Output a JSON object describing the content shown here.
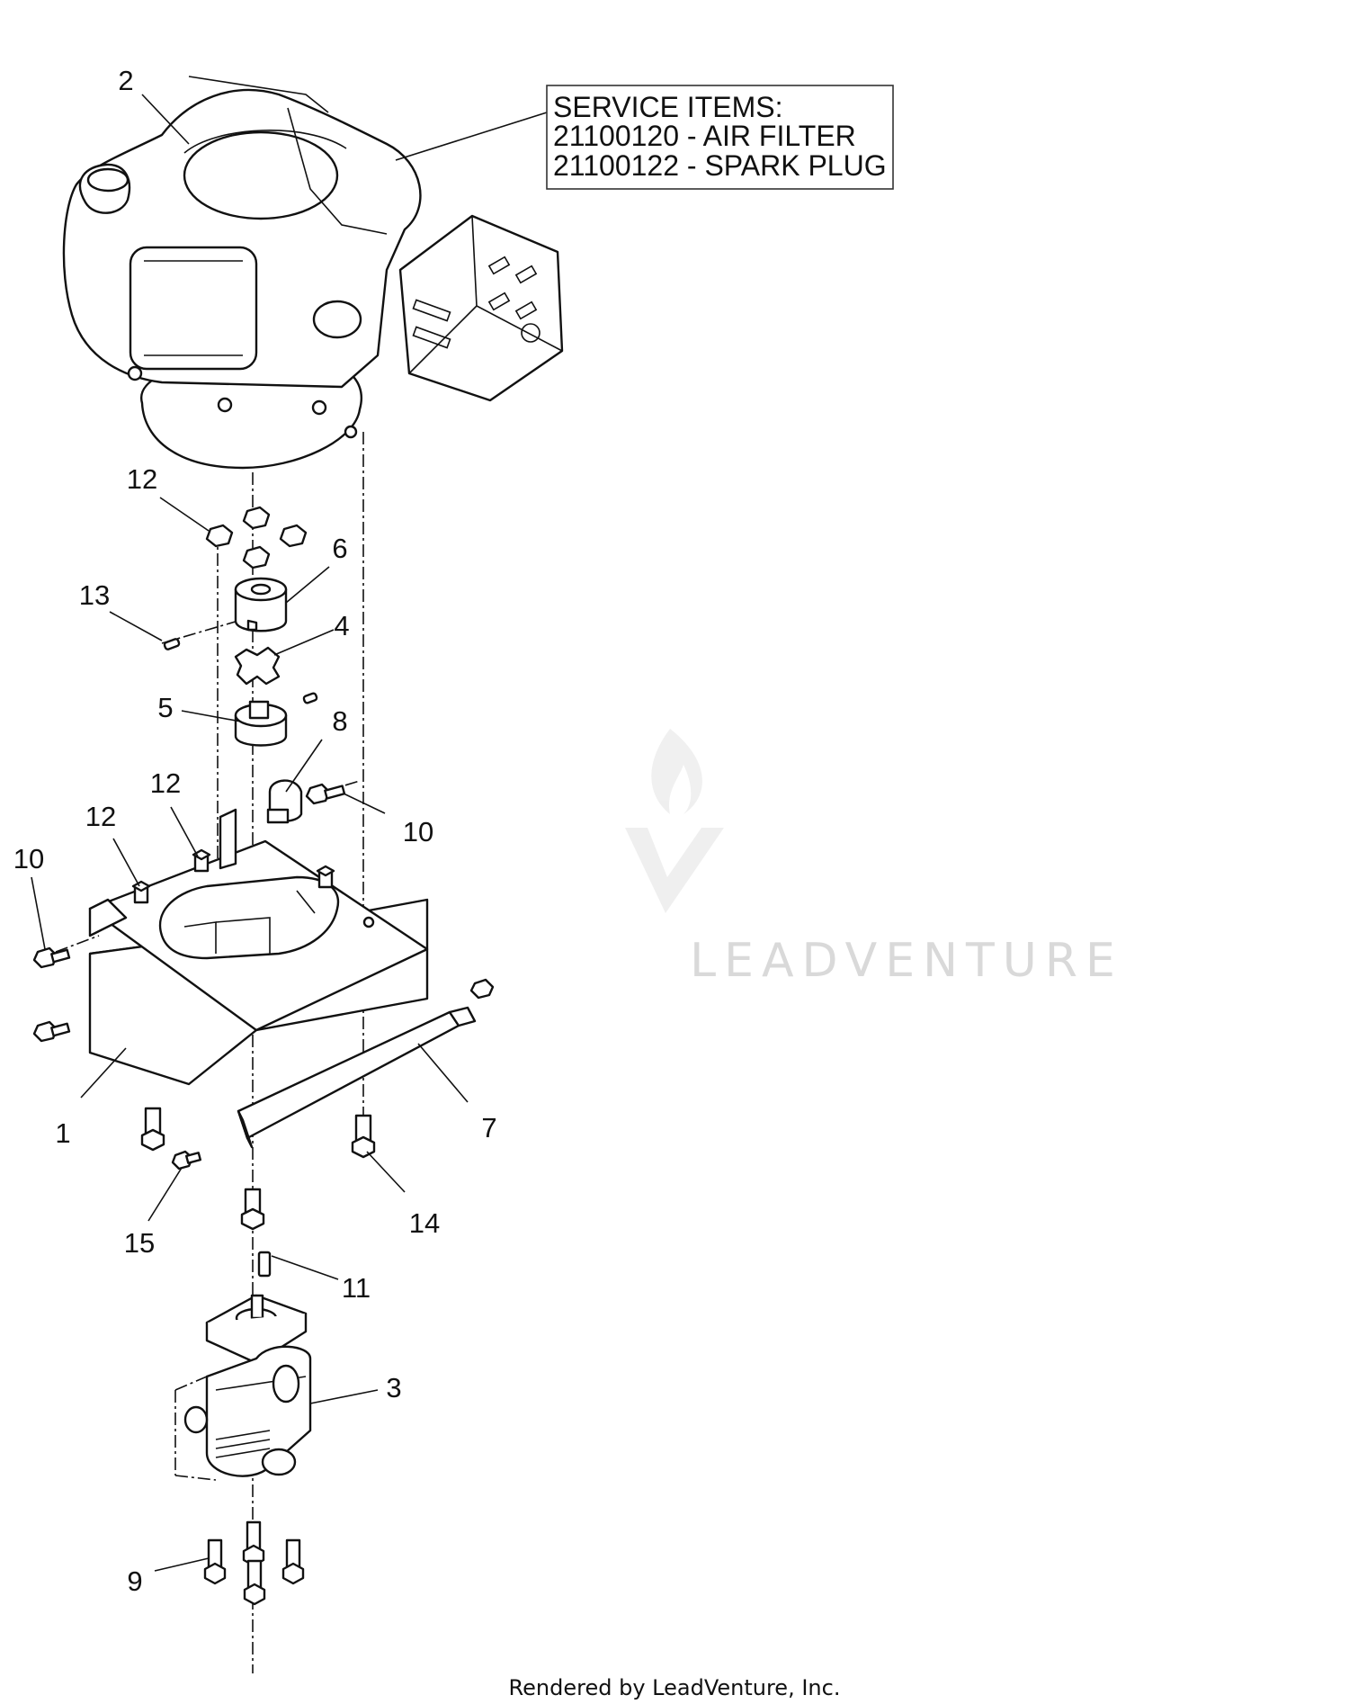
{
  "service_box": {
    "title": "SERVICE ITEMS:",
    "lines": [
      "21100120 - AIR FILTER",
      "21100122 - SPARK PLUG"
    ]
  },
  "callouts": {
    "engine": "2",
    "nut_top_left": "12",
    "coupler_upper": "6",
    "roll_pin": "13",
    "spider_insert": "4",
    "coupler_lower": "5",
    "clamp": "8",
    "nut_bracket_mid": "12",
    "nut_bracket_left": "12",
    "bolt_right": "10",
    "bolt_left": "10",
    "mount_bracket": "1",
    "guard_plate": "7",
    "bolt_bottom_right": "14",
    "screw_small": "15",
    "key": "11",
    "pump": "3",
    "pump_bolt": "9"
  },
  "watermark": "LEADVENTURE",
  "footer": "Rendered by LeadVenture, Inc."
}
